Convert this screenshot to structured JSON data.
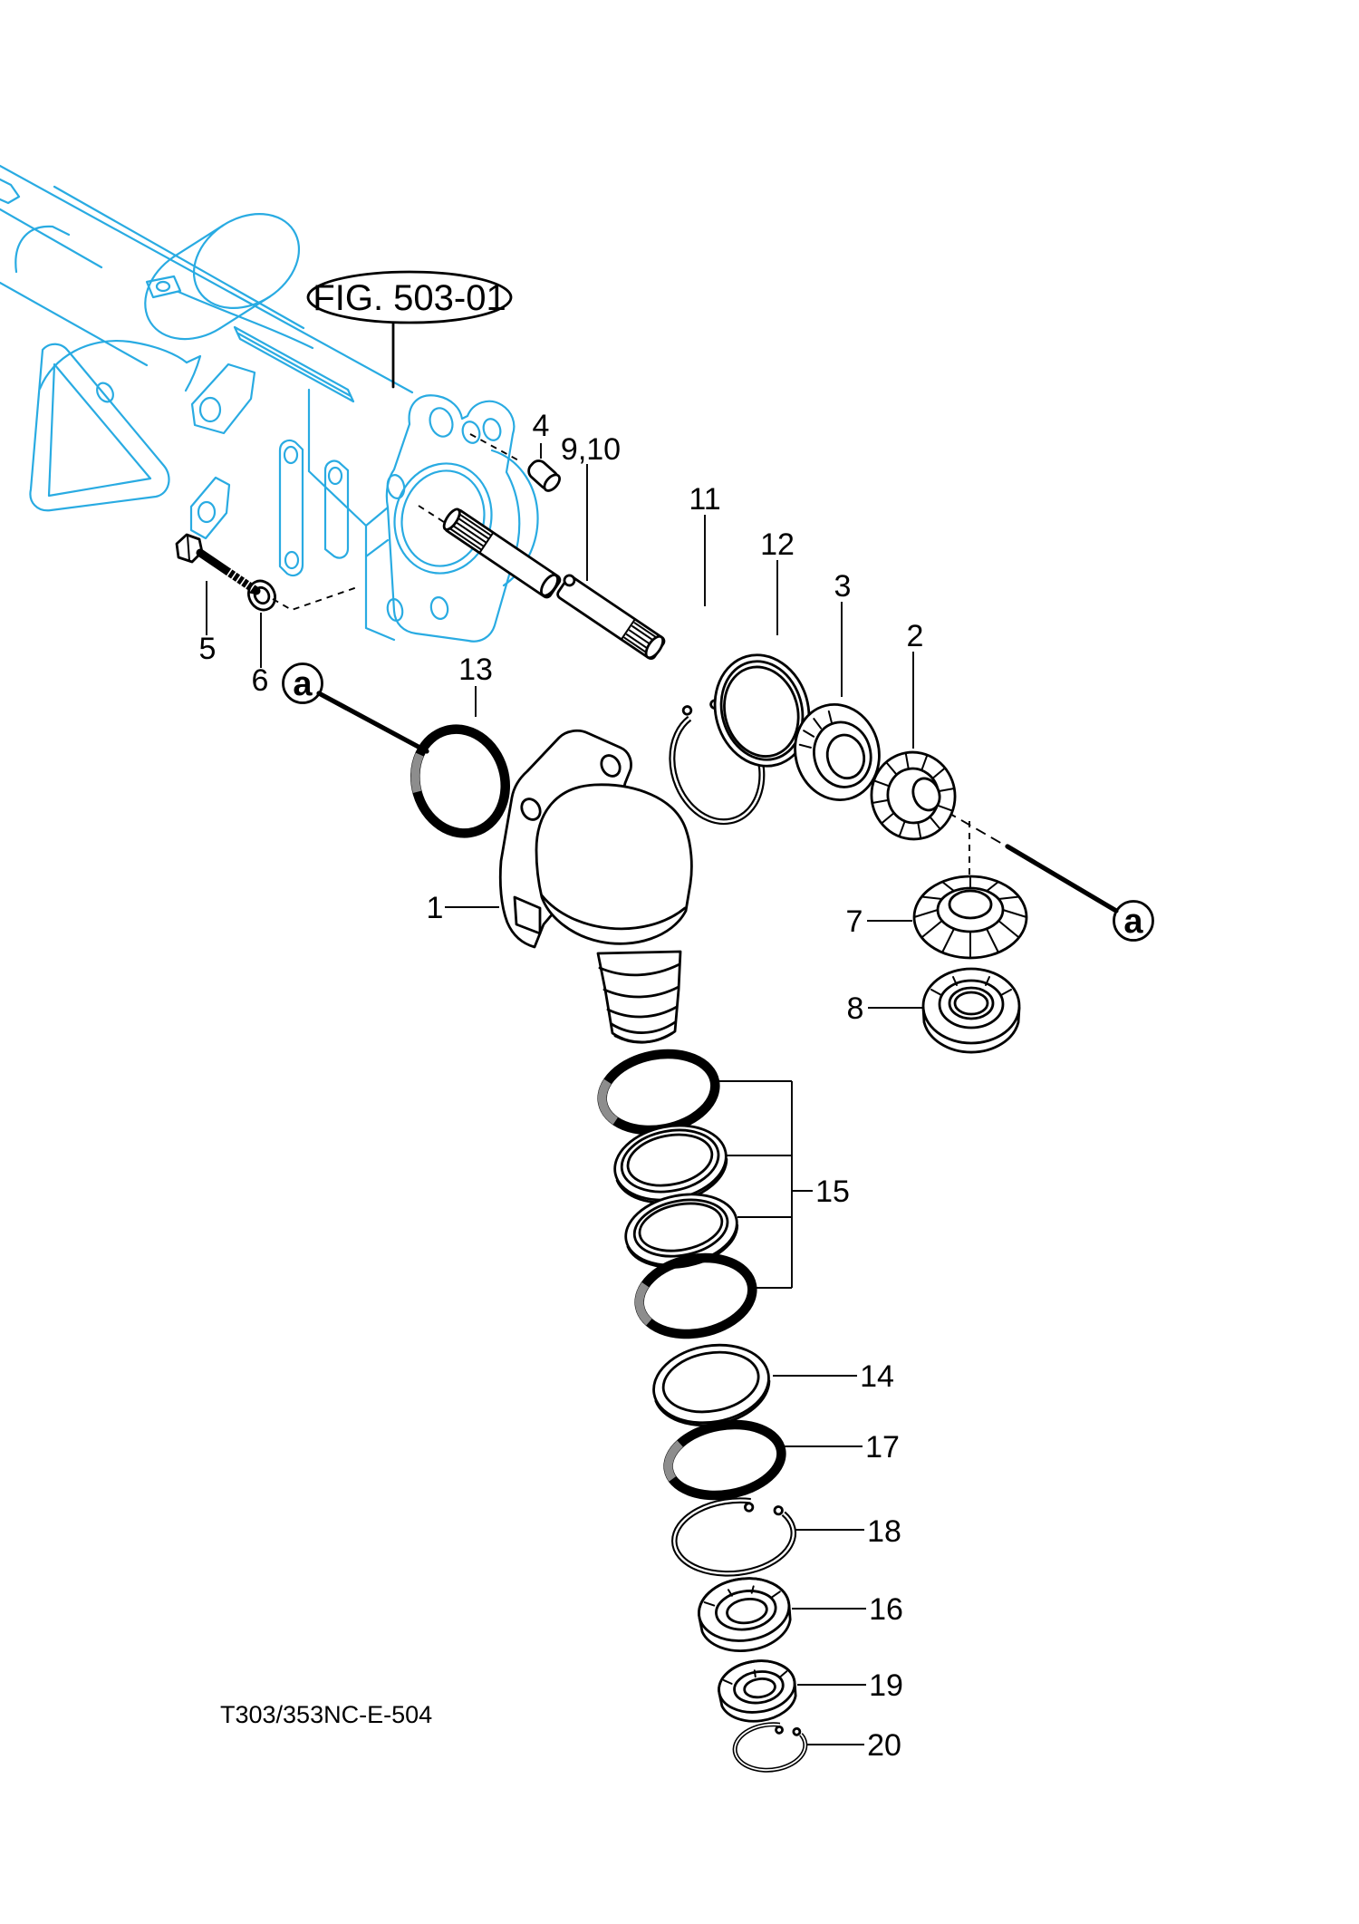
{
  "figure": {
    "reference": "FIG. 503-01",
    "code": "T303/353NC-E-504",
    "datum": "a"
  },
  "colors": {
    "housing_outline": "#29abe2",
    "line_ink": "#000000",
    "paper": "#ffffff"
  },
  "callouts": {
    "n1": "1",
    "n2": "2",
    "n3": "3",
    "n4": "4",
    "n5": "5",
    "n6": "6",
    "n7": "7",
    "n8": "8",
    "n9_10": "9,10",
    "n11": "11",
    "n12": "12",
    "n13": "13",
    "n14": "14",
    "n15": "15",
    "n16": "16",
    "n17": "17",
    "n18": "18",
    "n19": "19",
    "n20": "20"
  }
}
